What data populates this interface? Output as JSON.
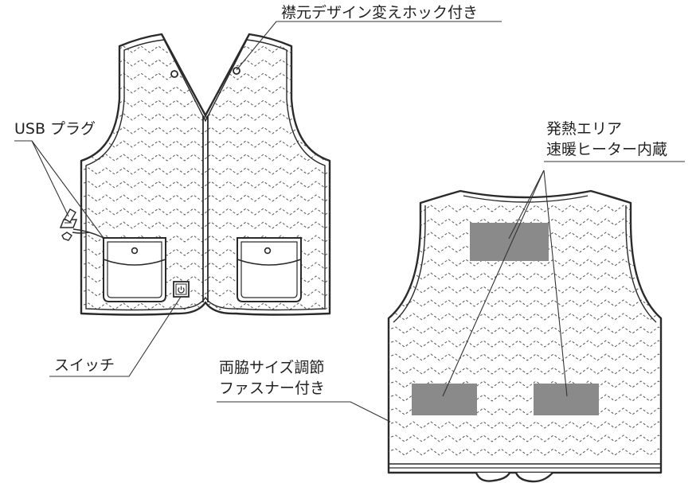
{
  "labels": {
    "collar_hook": "襟元デザイン変えホック付き",
    "usb_plug": "USB プラグ",
    "switch": "スイッチ",
    "heating_area_line1": "発熱エリア",
    "heating_area_line2": "速暖ヒーター内蔵",
    "side_zipper_line1": "両脇サイズ調節",
    "side_zipper_line2": "ファスナー付き"
  },
  "colors": {
    "outline": "#2a2a2a",
    "quilt": "#555555",
    "heater_panel": "#8a8a8a",
    "text": "#222222",
    "background": "#ffffff"
  },
  "icons": {
    "switch_symbol": "power-icon",
    "usb_connector": "usb-plug-icon"
  }
}
